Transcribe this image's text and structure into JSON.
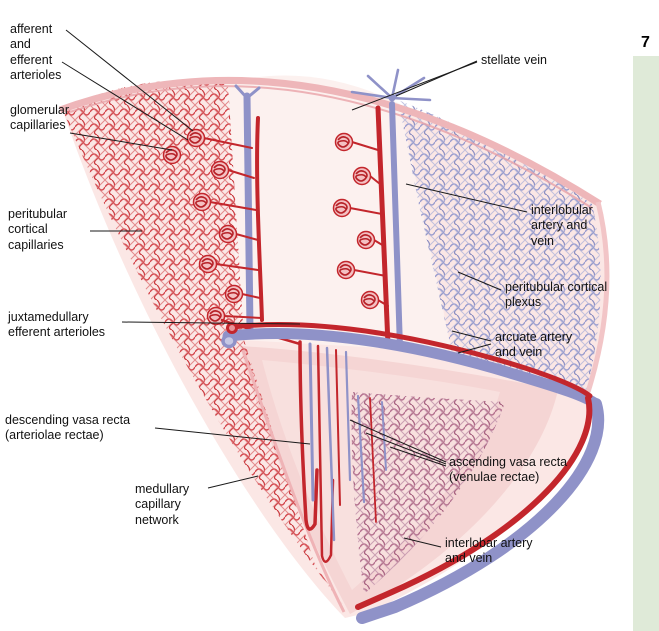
{
  "page_number": "7",
  "figure_subject": "Blood supply of the kidney (renal vasculature diagram)",
  "labels": [
    {
      "id": "afferent-efferent-arterioles",
      "text": "afferent and efferent arterioles"
    },
    {
      "id": "glomerular-capillaries",
      "text": "glomerular capillaries"
    },
    {
      "id": "peritubular-cortical-capillaries",
      "text": "peritubular cortical capillaries"
    },
    {
      "id": "juxtamedullary-efferent-arterioles",
      "text": "juxtamedullary efferent arterioles"
    },
    {
      "id": "descending-vasa-recta",
      "text": "descending vasa recta (arteriolae rectae)"
    },
    {
      "id": "medullary-capillary-network",
      "text": "medullary capillary network"
    },
    {
      "id": "stellate-vein",
      "text": "stellate vein"
    },
    {
      "id": "interlobular-artery-and-vein",
      "text": "interlobular artery and vein"
    },
    {
      "id": "peritubular-cortical-plexus",
      "text": "peritubular cortical plexus"
    },
    {
      "id": "arcuate-artery-and-vein",
      "text": "arcuate artery and vein"
    },
    {
      "id": "ascending-vasa-recta",
      "text": "ascending vasa recta (venulae rectae)"
    },
    {
      "id": "interlobar-artery-and-vein",
      "text": "interlobar artery and vein"
    }
  ],
  "colors": {
    "artery_red": "#c3262c",
    "vein_blue": "#8f92c8",
    "capsule_pink": "#eeb6b9",
    "cortex_background": "#fcf0ee",
    "medulla_background": "#f5d5d4",
    "sidebar_green": "#dfead8",
    "leader_line": "#1a1a1a"
  }
}
